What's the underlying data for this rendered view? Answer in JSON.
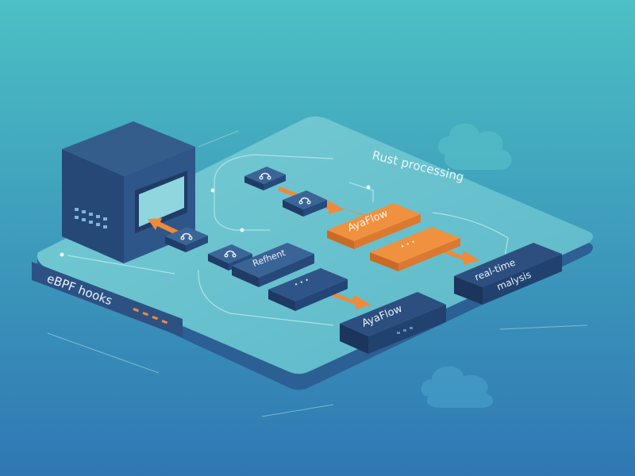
{
  "labels": {
    "hooks": "eBPF hooks",
    "processing": "Rust processing",
    "aya_top": "AyaFlow",
    "aya_bottom": "AyaFlow",
    "retrieval": "Refhent",
    "realtime_line1": "real-time",
    "realtime_line2": "malysis",
    "dots": "• • •"
  },
  "colors": {
    "bg_top": "#4cc0c4",
    "bg_bottom": "#2f77b3",
    "platform": "#6cc6d0",
    "platform_side": "#2c5f93",
    "block_navy": "#2e5182",
    "accent_orange": "#ef8a3a",
    "led_orange": "#f08a3c"
  },
  "icons": [
    "chip-icon",
    "cloud-icon",
    "arrow-icon",
    "server-icon"
  ]
}
